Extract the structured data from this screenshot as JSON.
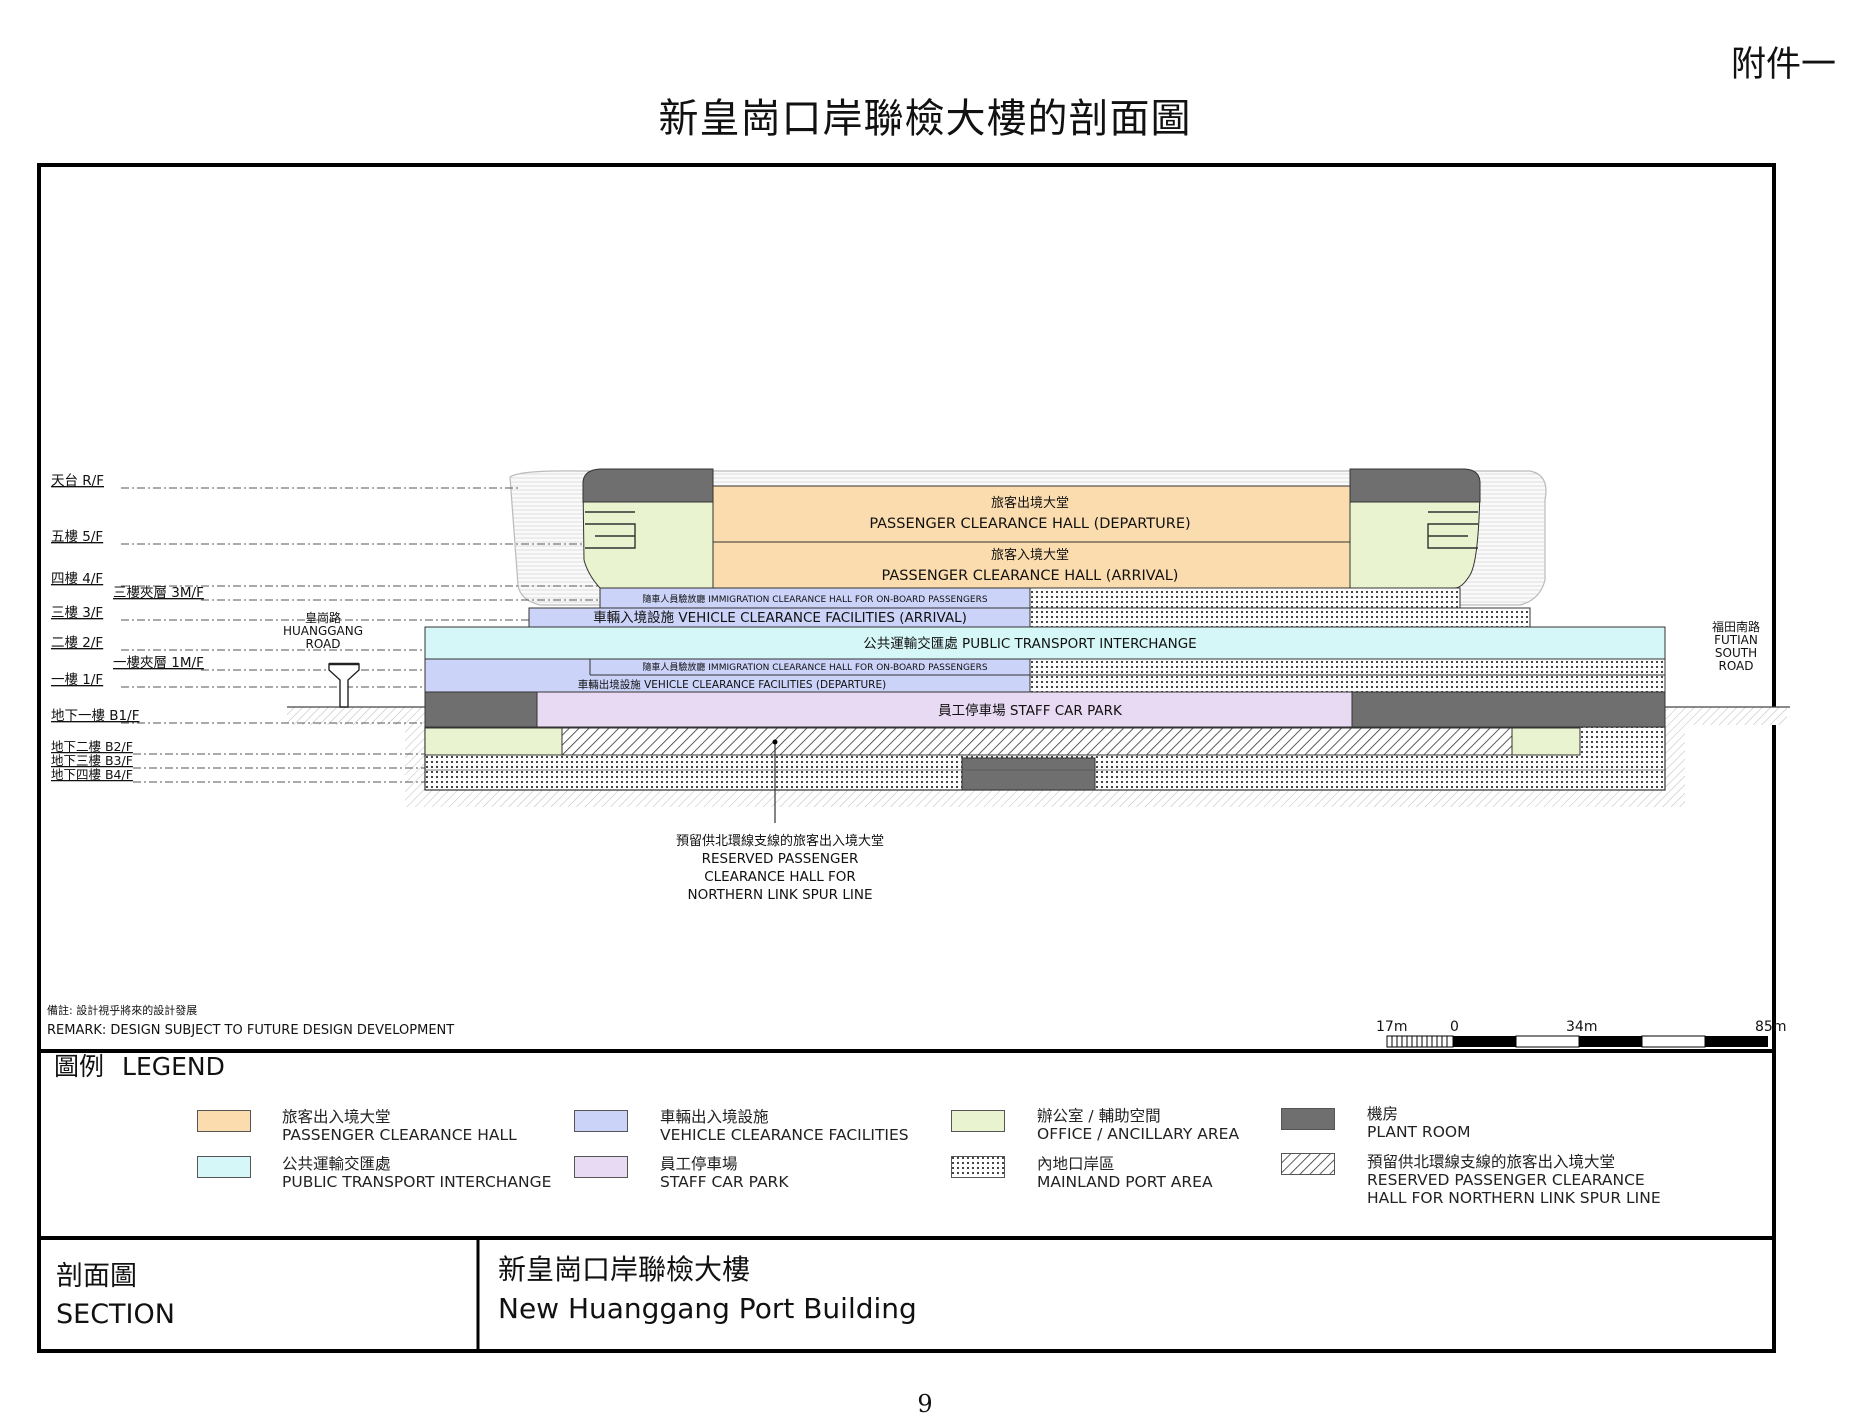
{
  "annex": "附件一",
  "title": "新皇崗口岸聯檢大樓的剖面圖",
  "page_number": "9",
  "levels": [
    {
      "id": "rf",
      "label": "天台 R/F"
    },
    {
      "id": "5f",
      "label": "五樓 5/F"
    },
    {
      "id": "4f",
      "label": "四樓 4/F"
    },
    {
      "id": "3mf",
      "label": "三樓夾層 3M/F"
    },
    {
      "id": "3f",
      "label": "三樓 3/F"
    },
    {
      "id": "2f",
      "label": "二樓 2/F"
    },
    {
      "id": "1mf",
      "label": "一樓夾層 1M/F"
    },
    {
      "id": "1f",
      "label": "一樓 1/F"
    },
    {
      "id": "b1",
      "label": "地下一樓 B1/F"
    },
    {
      "id": "b2",
      "label": "地下二樓 B2/F"
    },
    {
      "id": "b3",
      "label": "地下三樓 B3/F"
    },
    {
      "id": "b4",
      "label": "地下四樓 B4/F"
    }
  ],
  "section_labels": {
    "departure_zh": "旅客出境大堂",
    "departure_en": "PASSENGER CLEARANCE HALL (DEPARTURE)",
    "arrival_zh": "旅客入境大堂",
    "arrival_en": "PASSENGER CLEARANCE HALL (ARRIVAL)",
    "immigration_3m": "隨車人員驗放廳  IMMIGRATION CLEARANCE HALL FOR ON-BOARD PASSENGERS",
    "vehicle_arrival": "車輛入境設施 VEHICLE CLEARANCE FACILITIES (ARRIVAL)",
    "pti": "公共運輸交匯處 PUBLIC TRANSPORT INTERCHANGE",
    "immigration_1m": "隨車人員驗放廳  IMMIGRATION CLEARANCE HALL FOR ON-BOARD PASSENGERS",
    "vehicle_departure": "車輛出境設施 VEHICLE CLEARANCE FACILITIES (DEPARTURE)",
    "staff_car_park": "員工停車場 STAFF CAR PARK"
  },
  "road_left": [
    "皇崗路",
    "HUANGGANG",
    "ROAD"
  ],
  "road_right": [
    "福田南路",
    "FUTIAN",
    "SOUTH",
    "ROAD"
  ],
  "reserved_callout": [
    "預留供北環線支線的旅客出入境大堂",
    "RESERVED PASSENGER",
    "CLEARANCE HALL FOR",
    "NORTHERN LINK SPUR LINE"
  ],
  "remark": [
    "備註: 設計視乎將來的設計發展",
    "REMARK: DESIGN SUBJECT TO FUTURE DESIGN DEVELOPMENT"
  ],
  "scale_bar": {
    "labels": [
      "17m",
      "0",
      "34m",
      "85m"
    ]
  },
  "legend": {
    "title_zh": "圖例",
    "title_en": "LEGEND",
    "items": [
      {
        "zh": "旅客出入境大堂",
        "en": "PASSENGER CLEARANCE HALL",
        "color": "#fbdcae"
      },
      {
        "zh": "公共運輸交匯處",
        "en": "PUBLIC TRANSPORT INTERCHANGE",
        "color": "#d6f7f8"
      },
      {
        "zh": "車輛出入境設施",
        "en": "VEHICLE CLEARANCE FACILITIES",
        "color": "#ccd3f9"
      },
      {
        "zh": "員工停車場",
        "en": "STAFF CAR PARK",
        "color": "#e8daf2"
      },
      {
        "zh": "辦公室 / 輔助空間",
        "en": "OFFICE / ANCILLARY AREA",
        "color": "#eaf3cf"
      },
      {
        "zh": "內地口岸區",
        "en": "MAINLAND PORT AREA",
        "color": "dots"
      },
      {
        "zh": "機房",
        "en": "PLANT ROOM",
        "color": "#6f6f6f"
      },
      {
        "zh": "預留供北環線支線的旅客出入境大堂",
        "en": "RESERVED PASSENGER CLEARANCE",
        "en2": "HALL FOR NORTHERN LINK SPUR LINE",
        "color": "hatch"
      }
    ]
  },
  "title_block": {
    "left_zh": "剖面圖",
    "left_en": "SECTION",
    "right_zh": "新皇崗口岸聯檢大樓",
    "right_en": "New Huanggang Port Building"
  }
}
